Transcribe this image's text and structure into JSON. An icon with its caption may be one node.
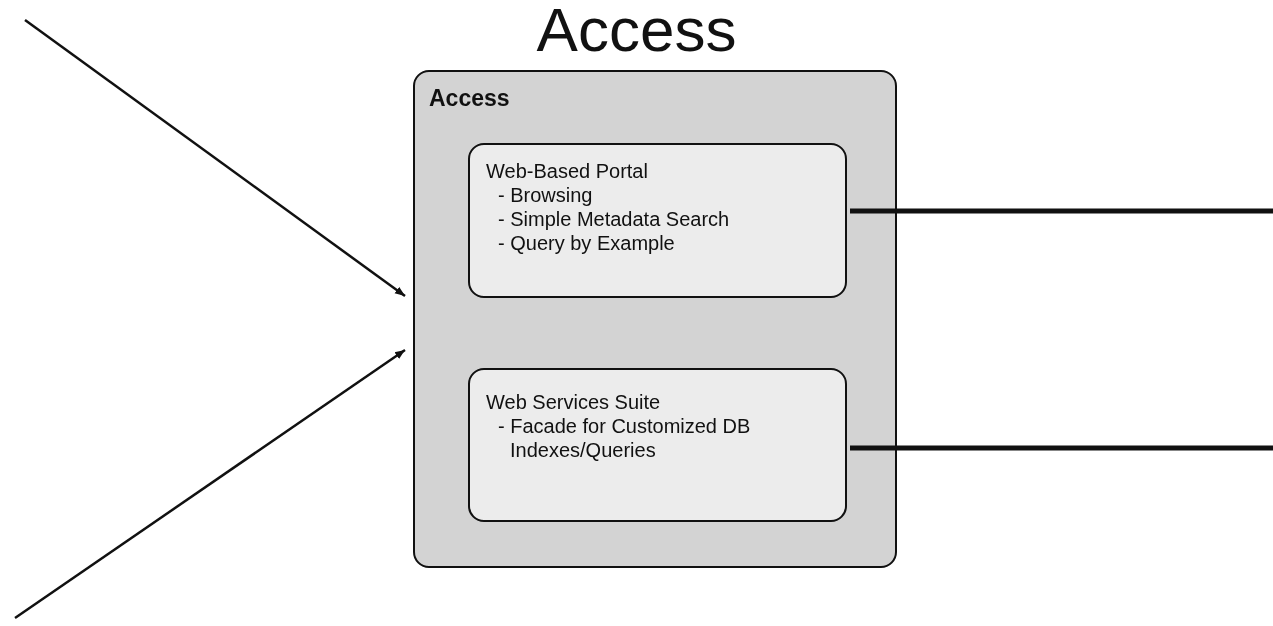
{
  "diagram": {
    "title": "Access",
    "nodes": [
      {
        "text": [
          "Access"
        ]
      },
      {
        "text": [
          "Web-Based Portal",
          "- Browsing",
          "- Simple Metadata Search",
          "- Query by Example"
        ],
        "in": 0
      },
      {
        "text": [
          "Web Services Suite",
          "- Facade for Customized DB Indexes/Queries"
        ],
        "in": 0
      }
    ],
    "edges": [
      {
        "from": null,
        "to": 0,
        "arrow": "to"
      },
      {
        "from": null,
        "to": 0,
        "arrow": "to"
      },
      {
        "from": 1,
        "to": null,
        "arrow": "none",
        "style": "thick"
      },
      {
        "from": 2,
        "to": null,
        "arrow": "none",
        "style": "thick"
      }
    ]
  }
}
